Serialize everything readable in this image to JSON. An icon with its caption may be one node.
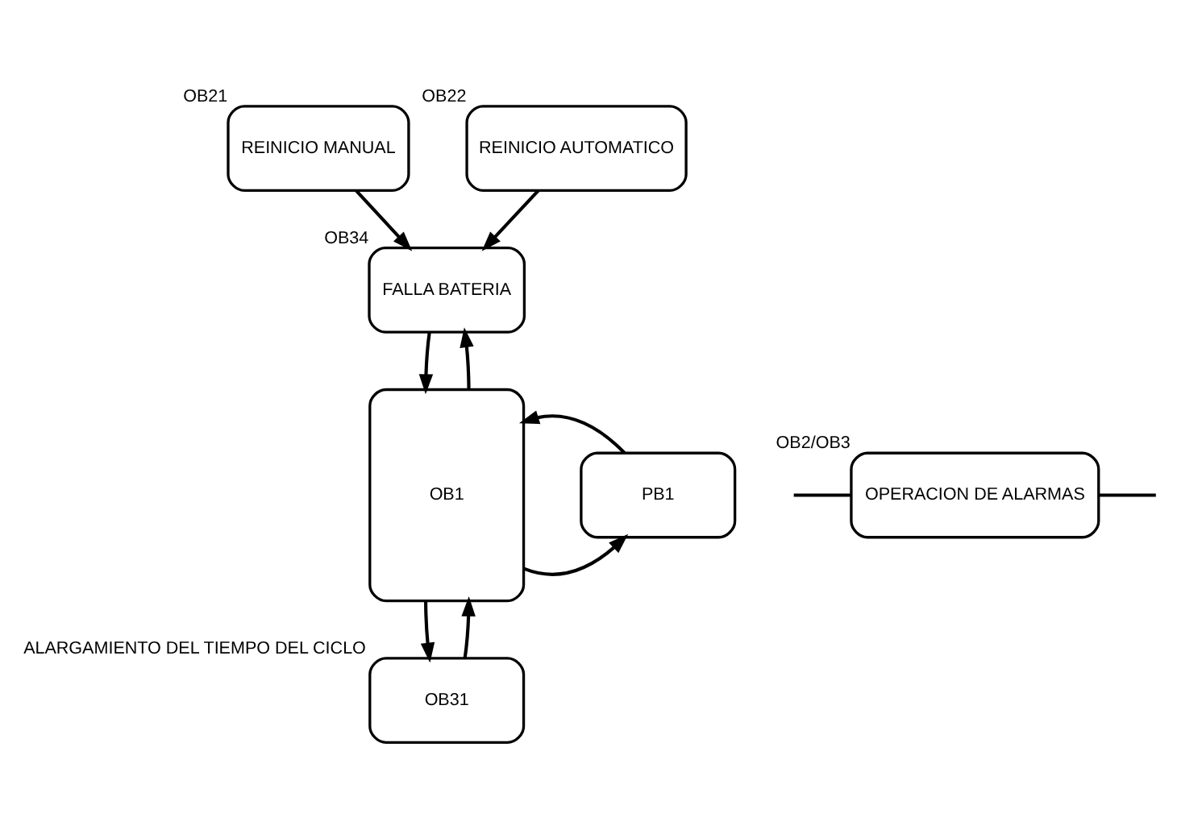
{
  "diagram": {
    "nodes": [
      {
        "text": [
          "REINICIO MANUAL"
        ],
        "beside": [
          "OB21"
        ]
      },
      {
        "text": [
          "REINICIO AUTOMATICO"
        ],
        "beside": [
          "OB22"
        ]
      },
      {
        "text": [
          "FALLA BATERIA"
        ],
        "beside": [
          "OB34"
        ]
      },
      {
        "text": [
          "OB1"
        ]
      },
      {
        "text": [
          "PB1"
        ]
      },
      {
        "text": [
          "OB31"
        ],
        "beside": [
          "ALARGAMIENTO DEL TIEMPO DEL CICLO"
        ]
      },
      {
        "text": [
          "OPERACION DE ALARMAS"
        ],
        "beside": [
          "OB2/OB3"
        ]
      }
    ],
    "edges": [
      {
        "from": 0,
        "to": 2,
        "arrow": "to"
      },
      {
        "from": 1,
        "to": 2,
        "arrow": "to"
      },
      {
        "from": 2,
        "to": 3,
        "arrow": "to"
      },
      {
        "from": 3,
        "to": 4,
        "arrow": "to"
      },
      {
        "from": 4,
        "to": 3,
        "arrow": "to"
      },
      {
        "from": 3,
        "to": 5,
        "arrow": "to"
      },
      {
        "from": 5,
        "to": 3,
        "arrow": "to"
      },
      {
        "from": 3,
        "to": 2,
        "arrow": "to"
      },
      {
        "from": null,
        "to": 6,
        "arrow": "none"
      },
      {
        "from": 6,
        "to": null,
        "arrow": "none"
      }
    ]
  }
}
